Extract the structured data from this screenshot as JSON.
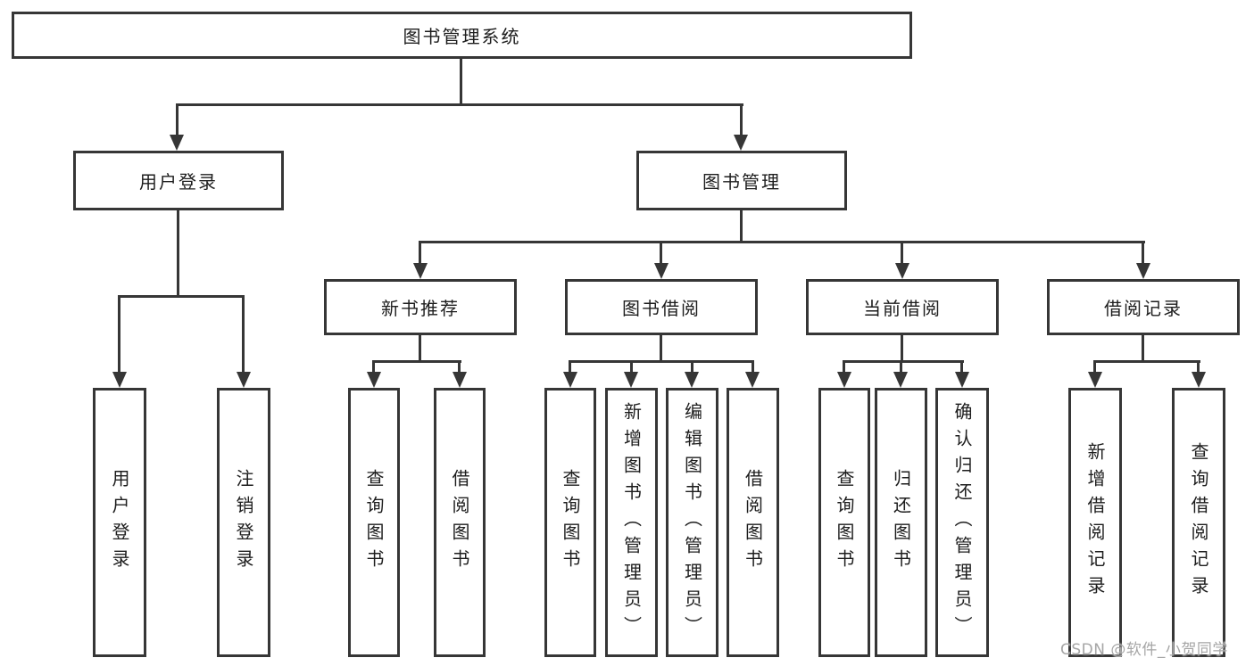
{
  "colors": {
    "line": "#363636",
    "text": "#1d1d1d",
    "background": "#ffffff",
    "watermark": "#a6a6a6"
  },
  "watermark": {
    "text": "CSDN @软件_小贺同学"
  },
  "tree": {
    "root": {
      "label": "图书管理系统"
    },
    "login": {
      "label": "用户登录",
      "children": [
        {
          "label": "用户登录"
        },
        {
          "label": "注销登录"
        }
      ]
    },
    "manage": {
      "label": "图书管理",
      "groups": [
        {
          "label": "新书推荐",
          "children": [
            {
              "label": "查询图书"
            },
            {
              "label": "借阅图书"
            }
          ]
        },
        {
          "label": "图书借阅",
          "children": [
            {
              "label": "查询图书"
            },
            {
              "label": "新增图书（管理员）"
            },
            {
              "label": "编辑图书（管理员）"
            },
            {
              "label": "借阅图书"
            }
          ]
        },
        {
          "label": "当前借阅",
          "children": [
            {
              "label": "查询图书"
            },
            {
              "label": "归还图书"
            },
            {
              "label": "确认归还（管理员）"
            }
          ]
        },
        {
          "label": "借阅记录",
          "children": [
            {
              "label": "新增借阅记录"
            },
            {
              "label": "查询借阅记录"
            }
          ]
        }
      ]
    }
  }
}
